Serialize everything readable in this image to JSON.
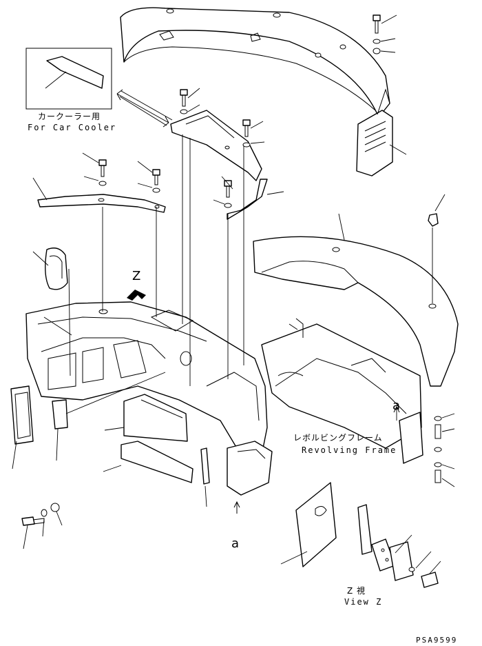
{
  "labels": {
    "car_cooler_jp": "カークーラー用",
    "car_cooler_en": "For Car Cooler",
    "revolving_frame_jp": "レボルビングフレーム",
    "revolving_frame_en": "Revolving Frame",
    "view_z_jp": "Z 視",
    "view_z_en": "View Z",
    "view_marker": "Z",
    "ref_a_top": "a",
    "ref_a_bottom": "a",
    "drawing_number": "PSA9599"
  }
}
